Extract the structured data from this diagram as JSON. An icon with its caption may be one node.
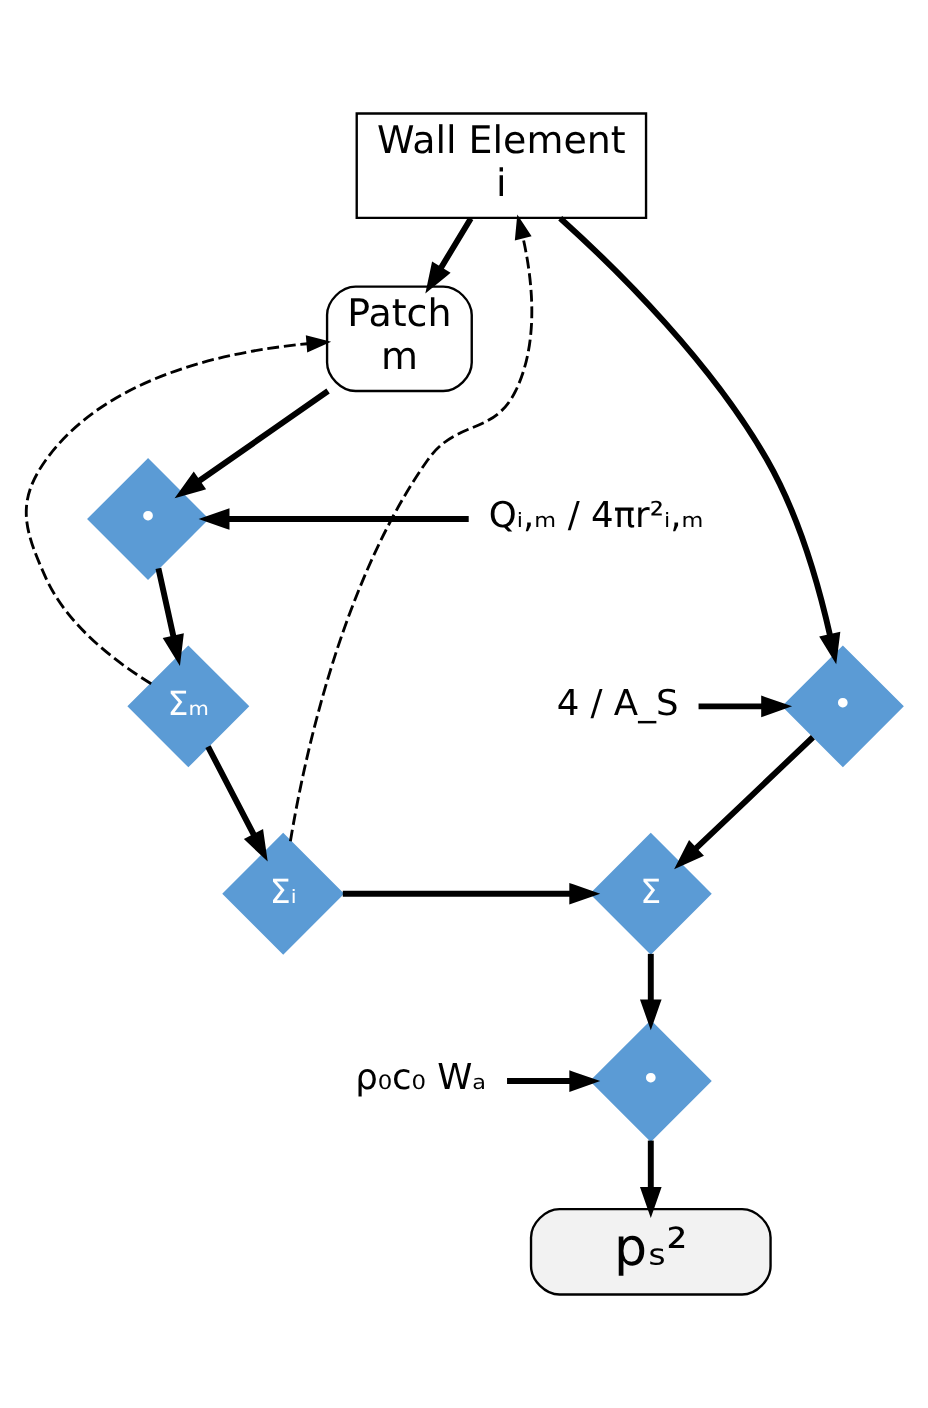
{
  "diagram": {
    "nodes": [
      {
        "text": [
          "Wall Element",
          "i"
        ]
      },
      {
        "text": [
          "Patch",
          "m"
        ]
      },
      {
        "text": [
          "•"
        ]
      },
      {
        "text": [
          "Qᵢ,ₘ / 4πr²ᵢ,ₘ"
        ]
      },
      {
        "text": [
          "Σₘ"
        ]
      },
      {
        "text": [
          "4 / A_S"
        ]
      },
      {
        "text": [
          "•"
        ]
      },
      {
        "text": [
          "Σᵢ"
        ]
      },
      {
        "text": [
          "Σ"
        ]
      },
      {
        "text": [
          "ρ₀c₀ Wₐ"
        ]
      },
      {
        "text": [
          "•"
        ]
      },
      {
        "text": [
          "pₛ²"
        ]
      }
    ],
    "edges": [
      {
        "from": 0,
        "to": 1,
        "arrow": "to"
      },
      {
        "from": 0,
        "to": 6,
        "arrow": "to"
      },
      {
        "from": 1,
        "to": 2,
        "arrow": "to"
      },
      {
        "from": 3,
        "to": 2,
        "arrow": "to"
      },
      {
        "from": 2,
        "to": 4,
        "arrow": "to"
      },
      {
        "from": 4,
        "to": 1,
        "arrow": "to",
        "style": "dashed"
      },
      {
        "from": 4,
        "to": 7,
        "arrow": "to"
      },
      {
        "from": 7,
        "to": 0,
        "arrow": "to",
        "style": "dashed"
      },
      {
        "from": 5,
        "to": 6,
        "arrow": "to"
      },
      {
        "from": 7,
        "to": 8,
        "arrow": "to"
      },
      {
        "from": 6,
        "to": 8,
        "arrow": "to"
      },
      {
        "from": 8,
        "to": 10,
        "arrow": "to"
      },
      {
        "from": 9,
        "to": 10,
        "arrow": "to"
      },
      {
        "from": 10,
        "to": 11,
        "arrow": "to"
      }
    ]
  }
}
